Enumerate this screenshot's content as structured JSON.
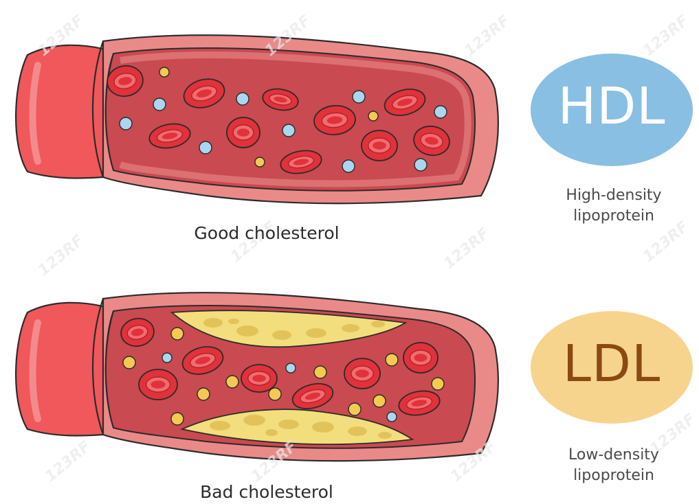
{
  "good": {
    "caption": "Good cholesterol"
  },
  "bad": {
    "caption": "Bad cholesterol"
  },
  "hdl": {
    "abbr": "HDL",
    "line1": "High-density",
    "line2": "lipoprotein",
    "fill": "#89bfe3",
    "text_color": "#ffffff"
  },
  "ldl": {
    "abbr": "LDL",
    "line1": "Low-density",
    "line2": "lipoprotein",
    "fill": "#f7d48e",
    "text_color": "#8a4a12"
  },
  "colors": {
    "vessel_outer": "#f0585b",
    "vessel_wall": "#e98a89",
    "lumen": "#c94a50",
    "rbc": "#e0323b",
    "hdl_particle": "#a9d7ef",
    "ldl_particle": "#f3c951",
    "plaque": "#f2de7d"
  },
  "watermark": "123RF"
}
